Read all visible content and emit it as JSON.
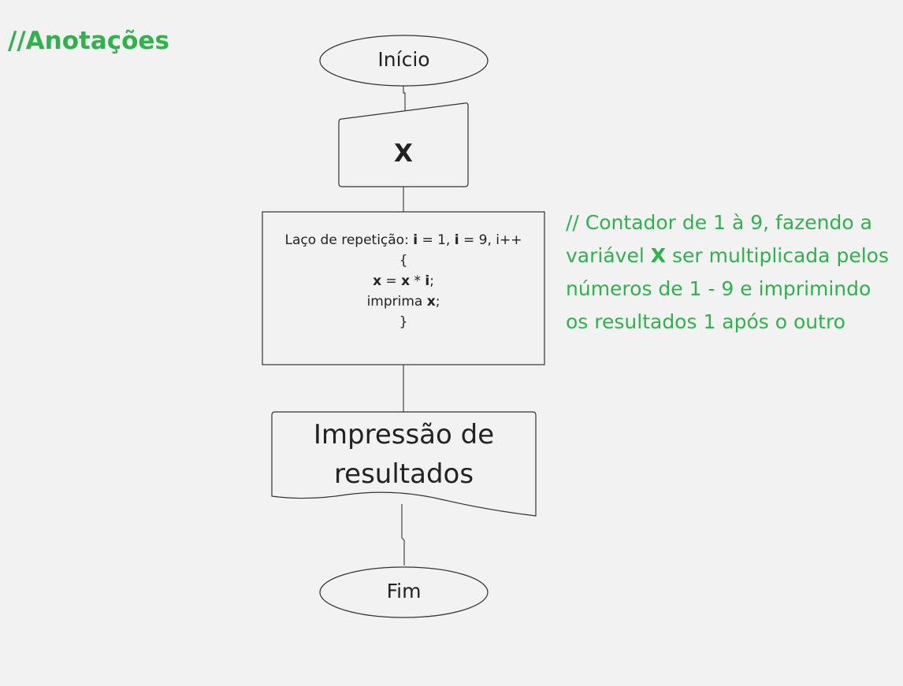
{
  "annotation_title": "//Anotações",
  "nodes": {
    "start": "Início",
    "input": "X",
    "loop": {
      "header_prefix": "Laço de repetição: ",
      "var_i": "i",
      "header_mid1": " = 1, ",
      "header_mid2": " = 9, i++",
      "open_brace": "{",
      "var_x": "x",
      "assign_eq": " = ",
      "assign_mul": " * ",
      "semicolon": ";",
      "print_word": "imprima ",
      "close_brace": "}"
    },
    "output_line1": "Impressão de",
    "output_line2": "resultados",
    "end": "Fim"
  },
  "note": {
    "part1": "// Contador de 1 à 9, fazendo a variável ",
    "bold_var": "X",
    "part2": " ser multiplicada pelos números de 1 - 9 e imprimindo os resultados 1 após o outro"
  },
  "colors": {
    "accent_green": "#2db34a",
    "background": "#f2f2f2",
    "shape_stroke": "#333333"
  }
}
